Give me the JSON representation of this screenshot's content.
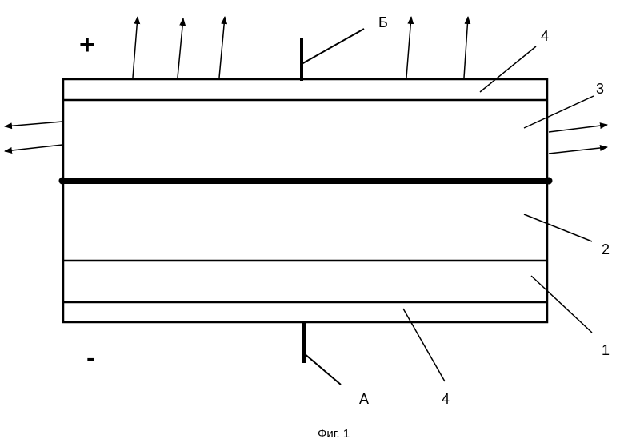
{
  "diagram": {
    "polarity": {
      "plus": "+",
      "minus": "-"
    },
    "terminals": {
      "top": "Б",
      "bottom": "А"
    },
    "layers": {
      "layer_1": "1",
      "layer_2": "2",
      "layer_3": "3",
      "layer_4_top": "4",
      "layer_4_bottom": "4"
    },
    "caption": "Фиг. 1",
    "colors": {
      "ink": "#000000",
      "background": "#ffffff"
    }
  }
}
